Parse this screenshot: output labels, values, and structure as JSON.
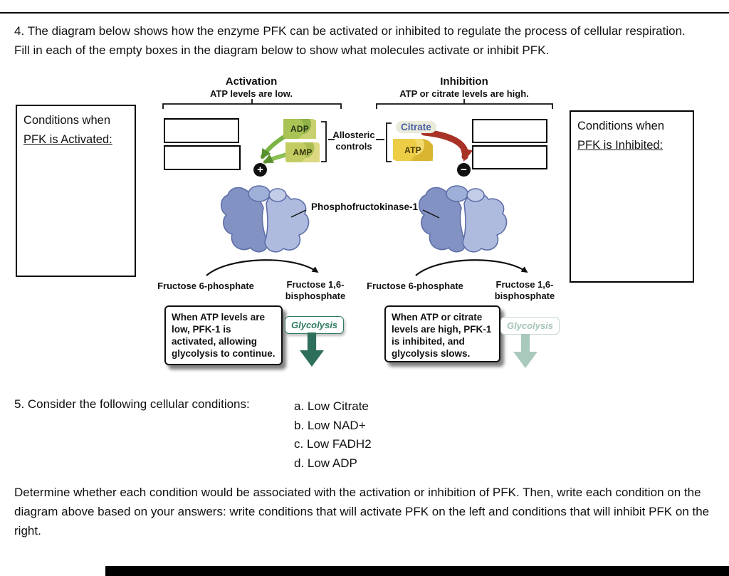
{
  "document": {
    "question4": "4. The diagram below shows how the enzyme PFK can be activated or inhibited to regulate the process of cellular respiration. Fill in each of the empty boxes in the diagram below to show what molecules activate or inhibit PFK.",
    "question5": "5. Consider the following cellular conditions:",
    "question5_options": [
      "a. Low Citrate",
      "b. Low NAD+",
      "c. Low FADH2",
      "d. Low ADP"
    ],
    "closing": "Determine whether each condition would be associated with the activation or inhibition of PFK. Then, write each condition on the diagram above based on your answers: write conditions that will activate PFK on the left and conditions that will inhibit PFK on the right."
  },
  "diagram": {
    "activation_title": "Activation",
    "activation_subtitle": "ATP levels are low.",
    "inhibition_title": "Inhibition",
    "inhibition_subtitle": "ATP or citrate levels are high.",
    "conditions_activated_line1": "Conditions when",
    "conditions_activated_line2": "PFK is Activated:",
    "conditions_inhibited_line1": "Conditions when",
    "conditions_inhibited_line2": "PFK is Inhibited:",
    "adp": "ADP",
    "amp": "AMP",
    "atp": "ATP",
    "citrate": "Citrate",
    "allosteric": "Allosteric\ncontrols",
    "plus": "+",
    "minus": "−",
    "enzyme": "Phosphofructokinase-1",
    "substrate": "Fructose 6-phosphate",
    "product": "Fructose 1,6-\nbisphosphate",
    "callout_activated": "When ATP levels are low, PFK-1 is activated, allowing glycolysis to continue.",
    "callout_inhibited": "When ATP or citrate levels are high, PFK-1 is inhibited, and glycolysis slows.",
    "glycolysis": "Glycolysis",
    "colors": {
      "activation_arrow_green": "#79b445",
      "inhibition_arrow_red": "#a93226",
      "enzyme_fill_dark": "#8292c2",
      "enzyme_fill_light": "#aebbdf",
      "enzyme_outline": "#5e6ea8",
      "glycolysis_active_green": "#2e6e5c",
      "glycolysis_faded_green": "#a9c9bc",
      "citrate_text_blue": "#4a5fa5",
      "atp_yellow": "#e6c23c",
      "adp_green": "#9ab94e"
    }
  }
}
